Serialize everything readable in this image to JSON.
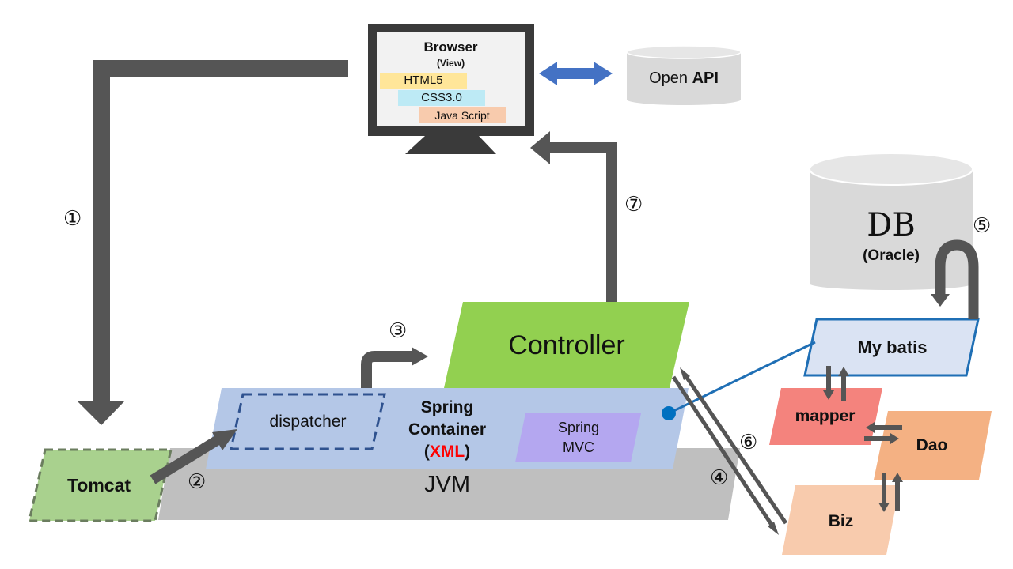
{
  "browser": {
    "title": "Browser",
    "subtitle": "(View)",
    "tags": [
      "HTML5",
      "CSS3.0",
      "Java Script"
    ]
  },
  "open_api": {
    "prefix": "Open ",
    "bold": "API"
  },
  "db": {
    "title": "DB",
    "subtitle": "(Oracle)"
  },
  "controller": {
    "label": "Controller"
  },
  "mybatis": {
    "label": "My batis"
  },
  "mapper": {
    "label": "mapper"
  },
  "dao": {
    "label": "Dao"
  },
  "biz": {
    "label": "Biz"
  },
  "dispatcher": {
    "label": "dispatcher"
  },
  "spring_container": {
    "line1": "Spring",
    "line2": "Container",
    "paren_open": "(",
    "xml": "XML",
    "paren_close": ")"
  },
  "spring_mvc": {
    "line1": "Spring",
    "line2": "MVC"
  },
  "jvm": {
    "label": "JVM"
  },
  "tomcat": {
    "label": "Tomcat"
  },
  "steps": {
    "s1": "①",
    "s2": "②",
    "s3": "③",
    "s4": "④",
    "s5": "⑤",
    "s6": "⑥",
    "s7": "⑦"
  },
  "colors": {
    "arrow": "#555555",
    "double_arrow": "#4472c4",
    "controller": "#92d050",
    "tomcat": "#a9d18e",
    "container": "#b4c7e7",
    "jvm": "#bfbfbf",
    "mybatis": "#dae3f3",
    "mybatis_border": "#1f6fb5",
    "mapper": "#f4837d",
    "dao": "#f4b183",
    "biz": "#f8cbad",
    "spring_mvc": "#b4a7f0",
    "xml": "#ff0000",
    "html5": "#ffe699",
    "css3": "#bdeaf5",
    "javascript": "#f8cbad",
    "db": "#d9d9d9"
  }
}
